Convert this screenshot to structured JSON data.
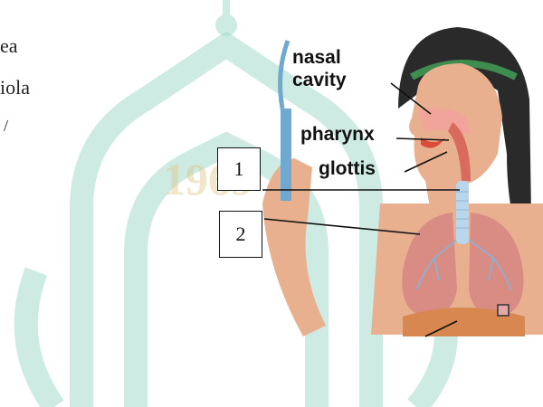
{
  "margin_text": [
    "ea",
    "iola",
    "/"
  ],
  "labels": {
    "nasal": "nasal",
    "cavity": "cavity",
    "pharynx": "pharynx",
    "glottis": "glottis"
  },
  "boxes": {
    "one": "1",
    "two": "2"
  },
  "watermark": {
    "year": "1969",
    "color": "#9fd6c9"
  },
  "colors": {
    "skin": "#e8b08f",
    "hair": "#2a2a2a",
    "headband": "#3e8d4f",
    "lungs": "#d98c83",
    "trachea": "#b8d6ec",
    "mouth": "#d94b3a"
  }
}
